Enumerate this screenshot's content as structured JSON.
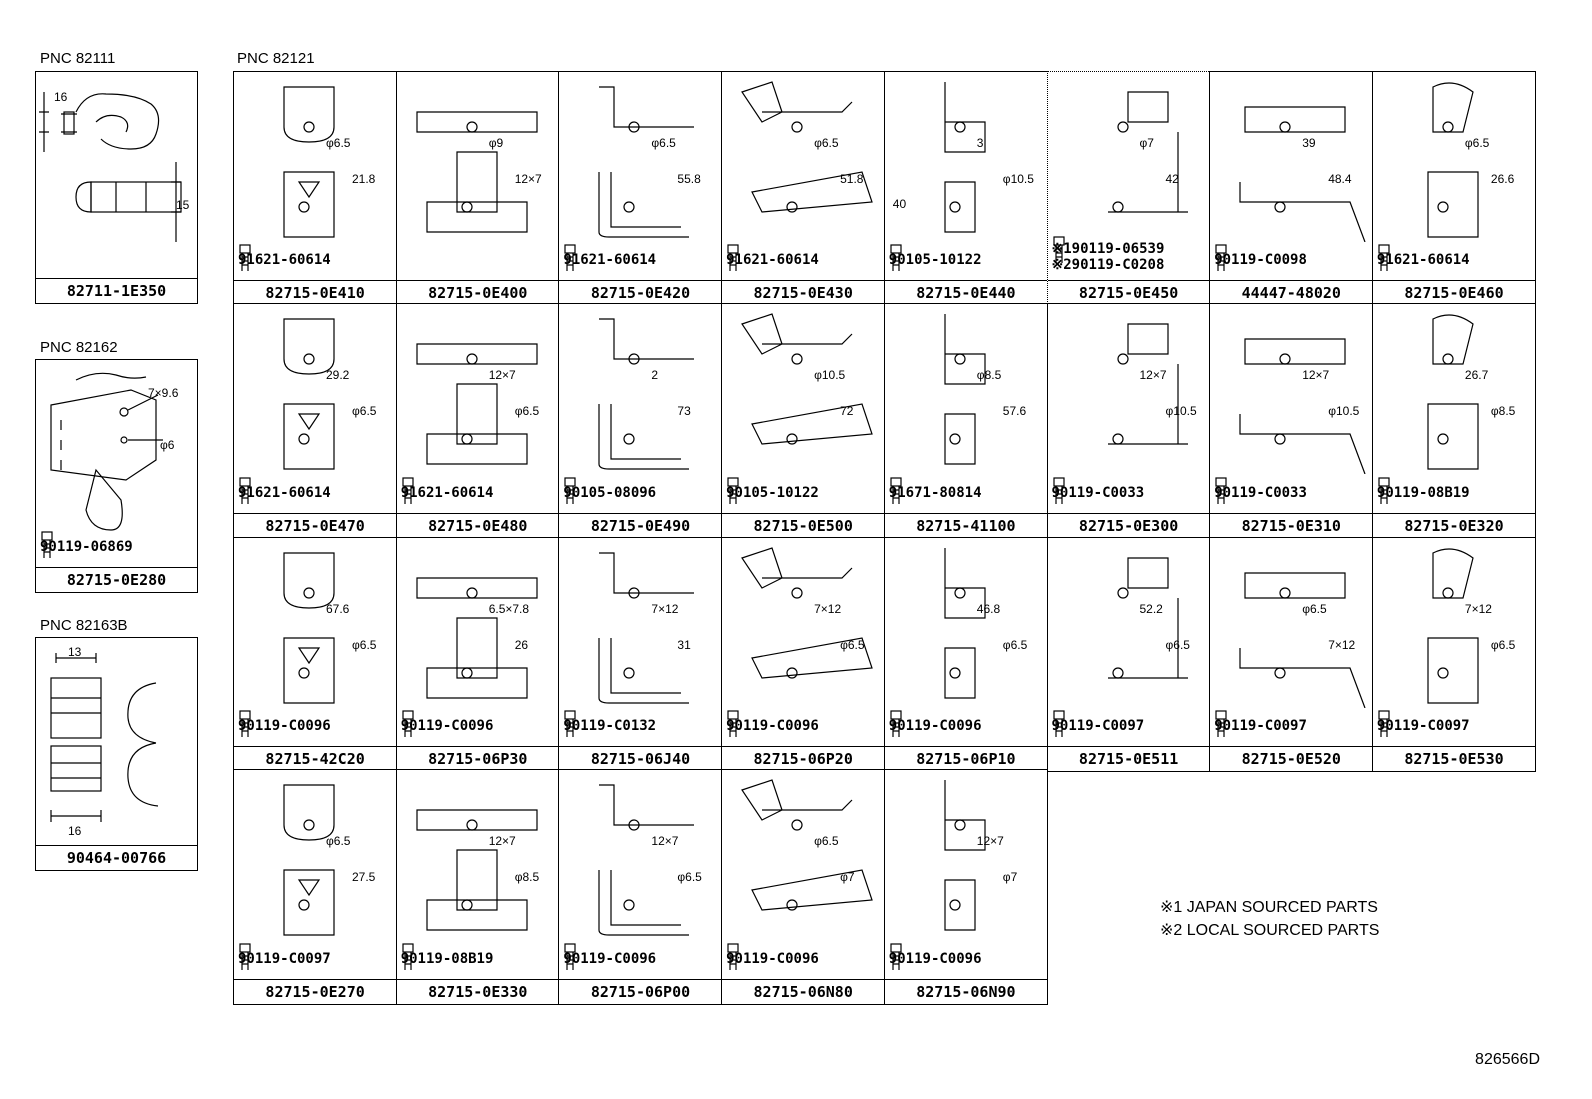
{
  "labels": {
    "pnc_82111": "PNC 82111",
    "pnc_82121": "PNC 82121",
    "pnc_82162": "PNC 82162",
    "pnc_82163b": "PNC 82163B"
  },
  "left_parts": {
    "p82111": "82711-1E350",
    "p82162": "82715-0E280",
    "p82162_bolt": "90119-06869",
    "p82163b": "90464-00766"
  },
  "left_dims": {
    "a": "16",
    "b": "15",
    "c": "7×9.6",
    "d": "φ6",
    "e": "13",
    "f": "16"
  },
  "grid": [
    {
      "part": "82715-0E410",
      "bolt": "91621-60614",
      "dims": [
        "φ6.5",
        "21.8"
      ]
    },
    {
      "part": "82715-0E400",
      "bolt": "",
      "dims": [
        "φ9",
        "12×7"
      ]
    },
    {
      "part": "82715-0E420",
      "bolt": "91621-60614",
      "dims": [
        "φ6.5",
        "55.8"
      ]
    },
    {
      "part": "82715-0E430",
      "bolt": "91621-60614",
      "dims": [
        "φ6.5",
        "51.8"
      ]
    },
    {
      "part": "82715-0E440",
      "bolt": "90105-10122",
      "dims": [
        "3",
        "φ10.5",
        "40"
      ]
    },
    {
      "part": "82715-0E450",
      "bolt": "※190119-06539",
      "bolt2": "※290119-C0208",
      "dims": [
        "φ7",
        "42"
      ]
    },
    {
      "part": "44447-48020",
      "bolt": "90119-C0098",
      "dims": [
        "39",
        "48.4"
      ]
    },
    {
      "part": "82715-0E460",
      "bolt": "91621-60614",
      "dims": [
        "φ6.5",
        "26.6"
      ]
    },
    {
      "part": "82715-0E470",
      "bolt": "91621-60614",
      "dims": [
        "29.2",
        "φ6.5"
      ]
    },
    {
      "part": "82715-0E480",
      "bolt": "91621-60614",
      "dims": [
        "12×7",
        "φ6.5"
      ]
    },
    {
      "part": "82715-0E490",
      "bolt": "90105-08096",
      "dims": [
        "2",
        "73"
      ]
    },
    {
      "part": "82715-0E500",
      "bolt": "90105-10122",
      "dims": [
        "φ10.5",
        "72"
      ]
    },
    {
      "part": "82715-41100",
      "bolt": "91671-80814",
      "dims": [
        "φ8.5",
        "57.6"
      ]
    },
    {
      "part": "82715-0E300",
      "bolt": "90119-C0033",
      "dims": [
        "12×7",
        "φ10.5"
      ]
    },
    {
      "part": "82715-0E310",
      "bolt": "90119-C0033",
      "dims": [
        "12×7",
        "φ10.5"
      ]
    },
    {
      "part": "82715-0E320",
      "bolt": "90119-08B19",
      "dims": [
        "26.7",
        "φ8.5"
      ]
    },
    {
      "part": "82715-42C20",
      "bolt": "90119-C0096",
      "dims": [
        "67.6",
        "φ6.5"
      ]
    },
    {
      "part": "82715-06P30",
      "bolt": "90119-C0096",
      "dims": [
        "6.5×7.8",
        "26"
      ]
    },
    {
      "part": "82715-06J40",
      "bolt": "90119-C0132",
      "dims": [
        "7×12",
        "31"
      ]
    },
    {
      "part": "82715-06P20",
      "bolt": "90119-C0096",
      "dims": [
        "7×12",
        "φ6.5"
      ]
    },
    {
      "part": "82715-06P10",
      "bolt": "90119-C0096",
      "dims": [
        "46.8",
        "φ6.5"
      ]
    },
    {
      "part": "82715-0E511",
      "bolt": "90119-C0097",
      "dims": [
        "52.2",
        "φ6.5"
      ]
    },
    {
      "part": "82715-0E520",
      "bolt": "90119-C0097",
      "dims": [
        "φ6.5",
        "7×12"
      ]
    },
    {
      "part": "82715-0E530",
      "bolt": "90119-C0097",
      "dims": [
        "7×12",
        "φ6.5"
      ]
    },
    {
      "part": "82715-0E270",
      "bolt": "90119-C0097",
      "dims": [
        "φ6.5",
        "27.5"
      ]
    },
    {
      "part": "82715-0E330",
      "bolt": "90119-08B19",
      "dims": [
        "12×7",
        "φ8.5"
      ]
    },
    {
      "part": "82715-06P00",
      "bolt": "90119-C0096",
      "dims": [
        "12×7",
        "φ6.5"
      ]
    },
    {
      "part": "82715-06N80",
      "bolt": "90119-C0096",
      "dims": [
        "φ6.5",
        "φ7"
      ]
    },
    {
      "part": "82715-06N90",
      "bolt": "90119-C0096",
      "dims": [
        "12×7",
        "φ7"
      ]
    }
  ],
  "notes": {
    "n1": "※1 JAPAN SOURCED PARTS",
    "n2": "※2 LOCAL SOURCED PARTS"
  },
  "diagram_code": "826566D"
}
